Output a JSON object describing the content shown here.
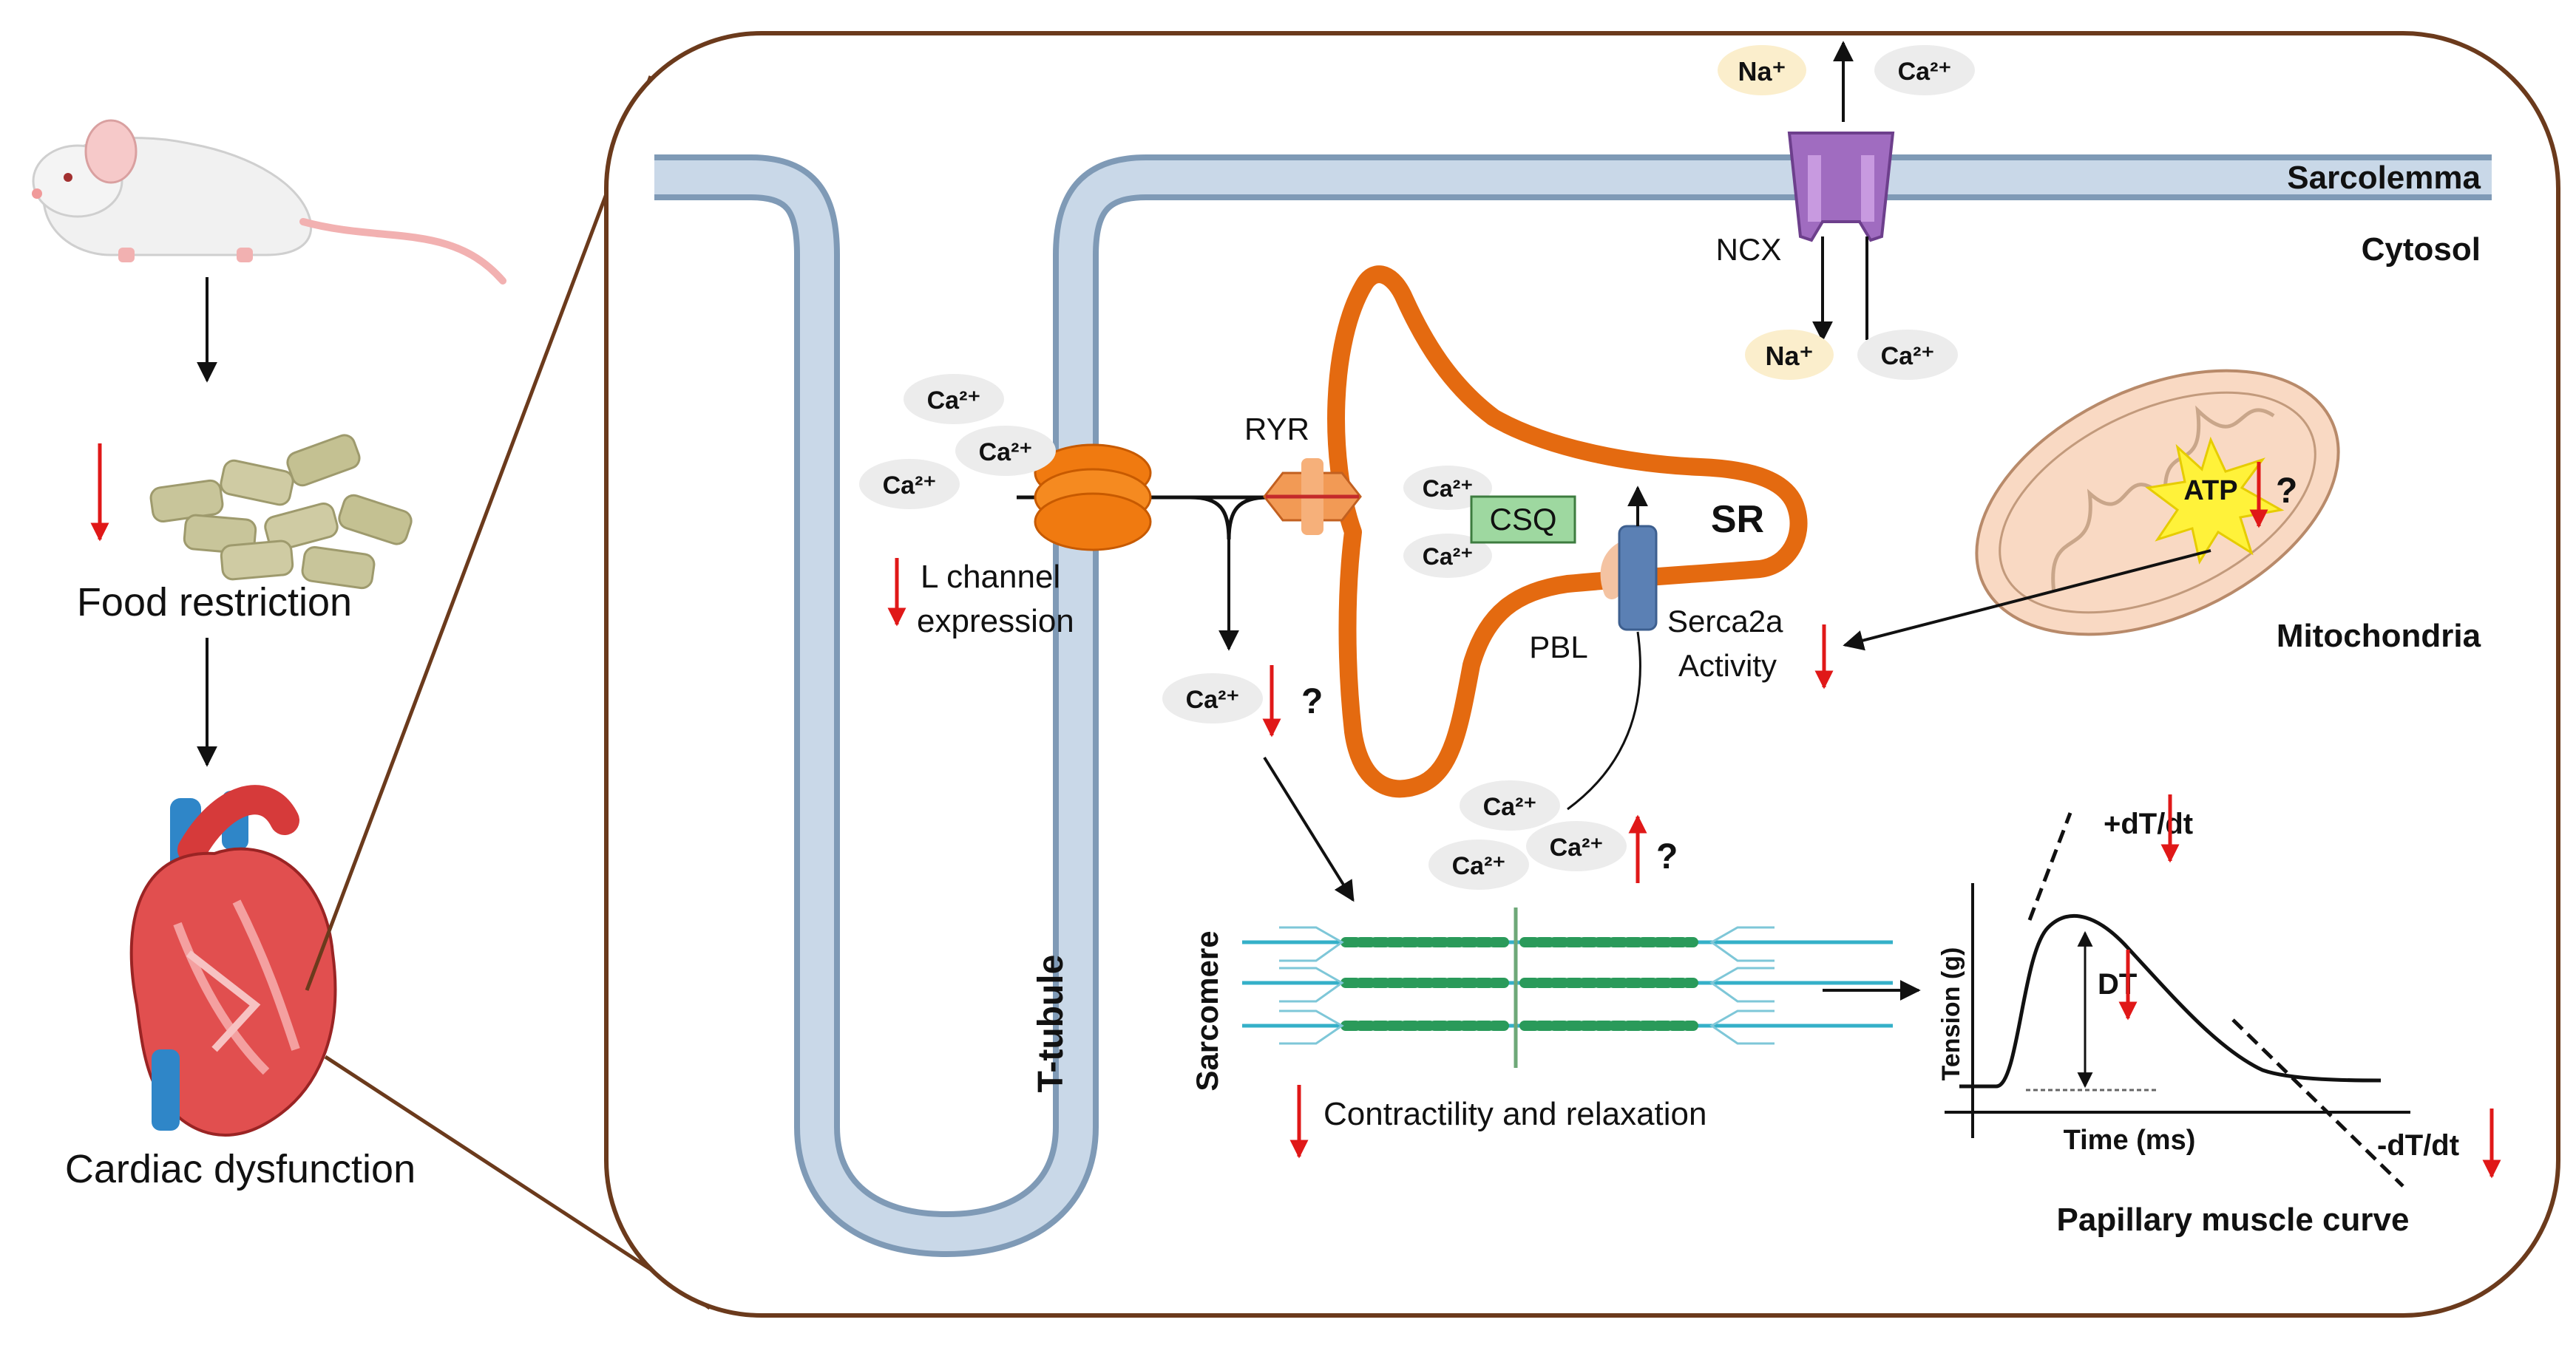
{
  "left_panel": {
    "food_label": "Food restriction",
    "dysfunction_label": "Cardiac dysfunction"
  },
  "cell": {
    "sarcolemma": "Sarcolemma",
    "cytosol": "Cytosol",
    "t_tubule": "T-tubule",
    "ncx": "NCX",
    "na": "Na⁺",
    "ca": "Ca²⁺",
    "ryr": "RYR",
    "sr": "SR",
    "csq": "CSQ",
    "pbl": "PBL",
    "serca_line1": "Serca2a",
    "serca_line2": "Activity",
    "l_channel_line1": "L channel",
    "l_channel_line2": "expression",
    "atp": "ATP",
    "question": "?",
    "mitochondria": "Mitochondria",
    "sarcomere": "Sarcomere",
    "contractility": "Contractility and relaxation"
  },
  "curve": {
    "plus_dtdt": "+dT/dt",
    "minus_dtdt": "-dT/dt",
    "dt": "DT",
    "ylabel": "Tension (g)",
    "xlabel": "Time (ms)",
    "title": "Papillary muscle curve"
  },
  "colors": {
    "down_arrow": "#e01818",
    "membrane_outline": "#7f9ab6",
    "membrane_fill": "#c9d8e8",
    "sr_orange": "#e46a10",
    "frame_brown": "#6b3a1c"
  }
}
